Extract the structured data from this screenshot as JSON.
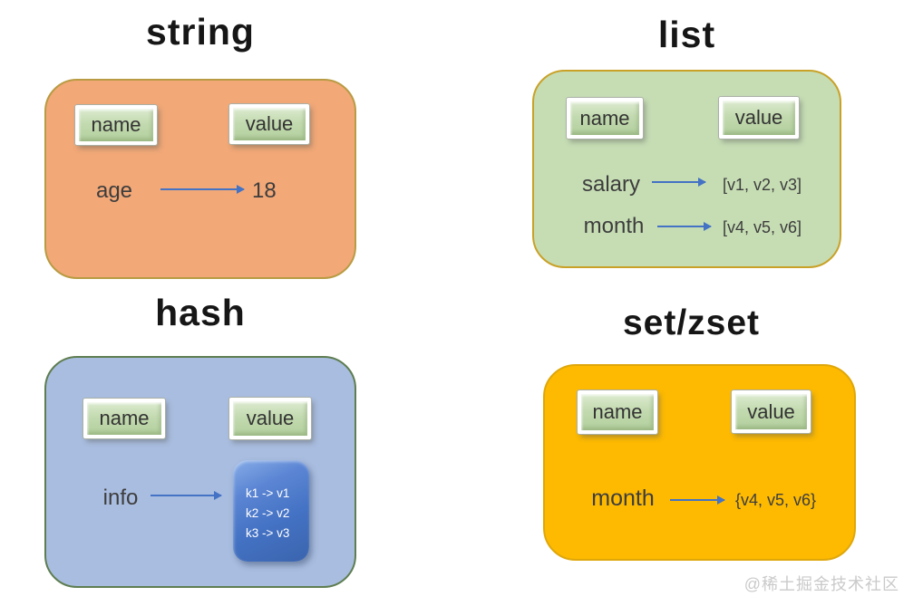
{
  "arrow_color": "#4472C4",
  "panels": {
    "string": {
      "title": "string",
      "fill": "#F2A877",
      "border_color": "#B89B42",
      "name_label": "name",
      "value_label": "value",
      "rows": [
        {
          "key": "age",
          "value": "18"
        }
      ]
    },
    "list": {
      "title": "list",
      "fill": "#C6DDB4",
      "border_color": "#C9A127",
      "name_label": "name",
      "value_label": "value",
      "rows": [
        {
          "key": "salary",
          "value": "[v1, v2, v3]"
        },
        {
          "key": "month",
          "value": "[v4, v5, v6]"
        }
      ]
    },
    "hash": {
      "title": "hash",
      "fill": "#A9BDE0",
      "border_color": "#5E7D50",
      "name_label": "name",
      "value_label": "value",
      "rows": [
        {
          "key": "info"
        }
      ],
      "value_box": {
        "fill": "#4472C4",
        "lines": [
          "k1 -> v1",
          "k2 -> v2",
          "k3 -> v3"
        ]
      }
    },
    "set": {
      "title": "set/zset",
      "fill": "#FEBA01",
      "border_color": "#DFA70A",
      "name_label": "name",
      "value_label": "value",
      "rows": [
        {
          "key": "month",
          "value": "{v4, v5, v6}"
        }
      ]
    }
  },
  "watermark": {
    "text": "@稀土掘金技术社区",
    "color": "#CACACA"
  }
}
